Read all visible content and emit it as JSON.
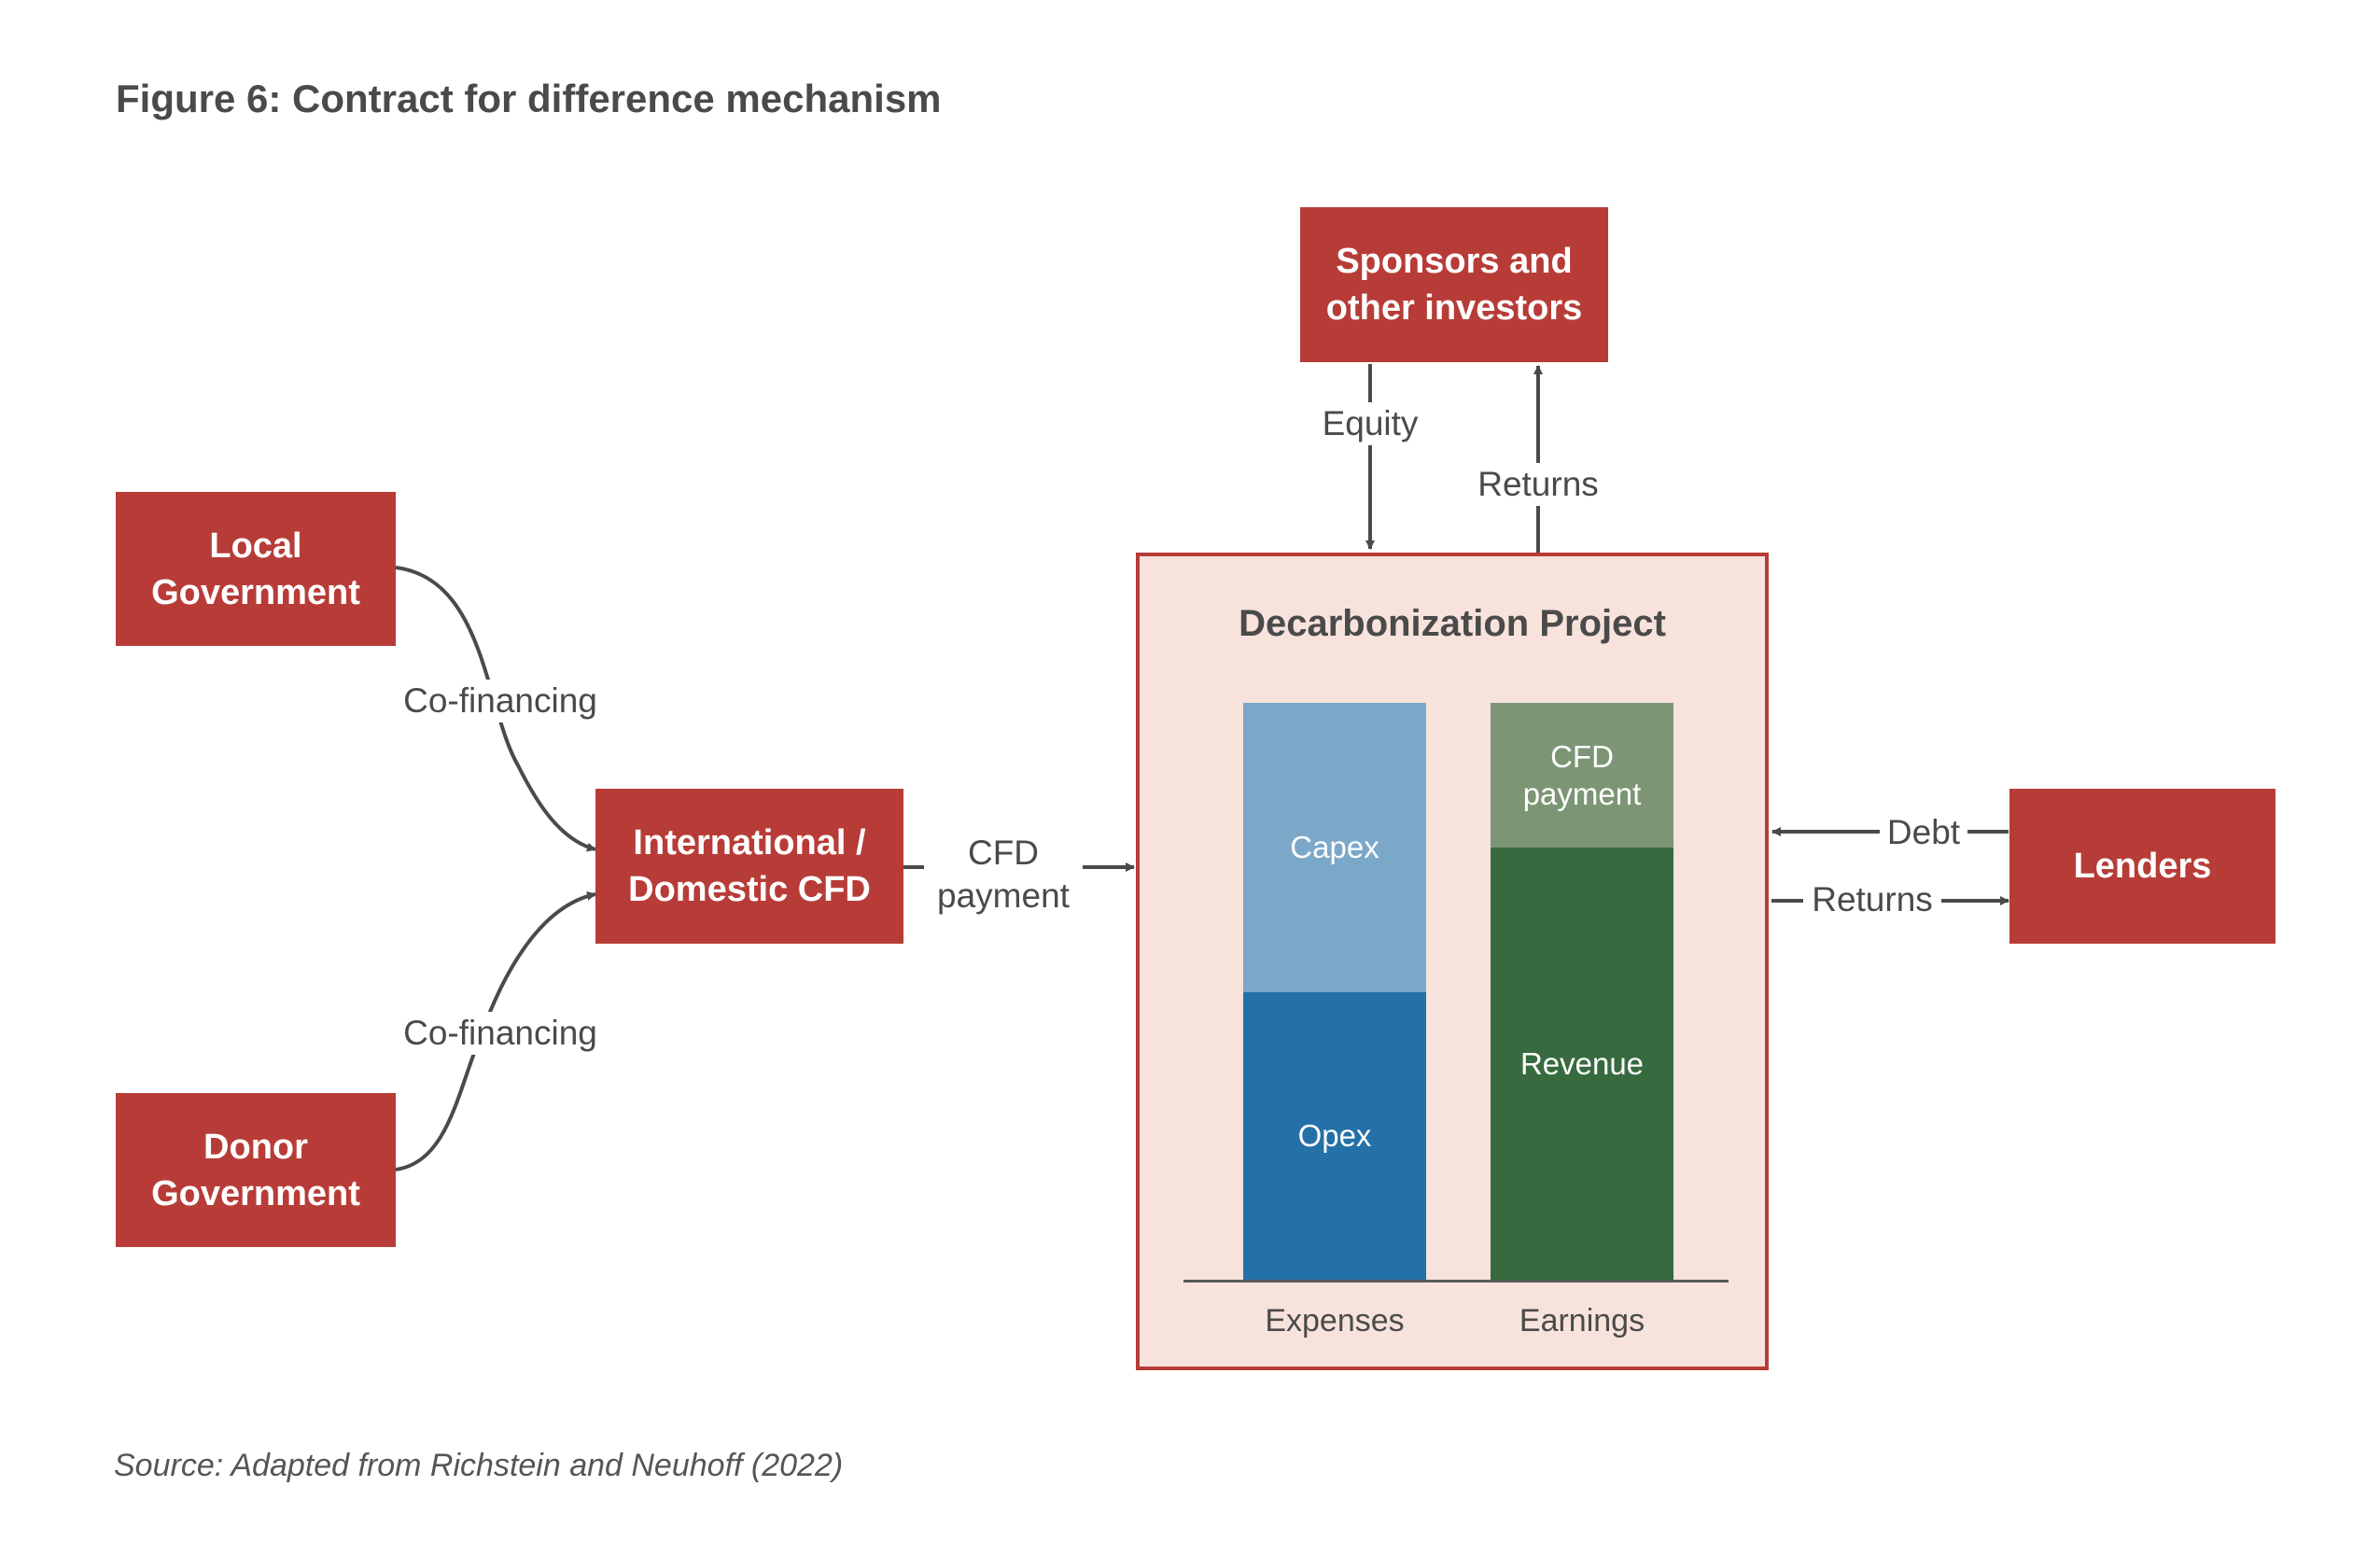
{
  "figure": {
    "title": "Figure 6: Contract for difference mechanism",
    "source": "Source: Adapted from Richstein and Neuhoff (2022)"
  },
  "nodes": {
    "local_government": "Local\nGovernment",
    "donor_government": "Donor\nGovernment",
    "cfd": "International /\nDomestic CFD",
    "sponsors": "Sponsors and\nother investors",
    "lenders": "Lenders"
  },
  "edges": {
    "cofinancing_local": "Co-financing",
    "cofinancing_donor": "Co-financing",
    "cfd_payment": "CFD\npayment",
    "equity": "Equity",
    "returns_sponsors": "Returns",
    "debt": "Debt",
    "returns_lenders": "Returns"
  },
  "project": {
    "title": "Decarbonization Project",
    "expenses_label": "Expenses",
    "earnings_label": "Earnings",
    "capex": "Capex",
    "opex": "Opex",
    "cfd_payment": "CFD\npayment",
    "revenue": "Revenue"
  },
  "colors": {
    "box": "#b73c37",
    "project_fill": "#f7e3dc",
    "capex": "#7ba7c9",
    "opex": "#2470a8",
    "cfd_payment": "#7c9675",
    "revenue": "#376a3e",
    "arrow": "#4a4a4a"
  }
}
